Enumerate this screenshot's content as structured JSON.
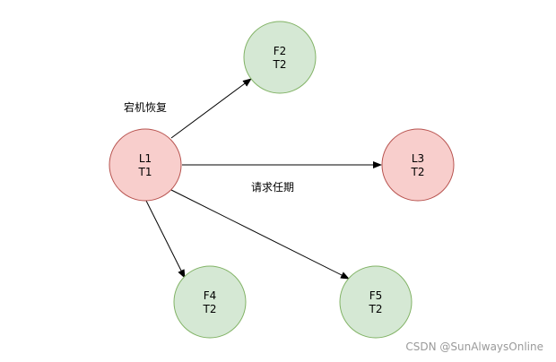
{
  "colors": {
    "leader_fill": "#f8cecc",
    "leader_stroke": "#b85450",
    "follower_fill": "#d5e8d4",
    "follower_stroke": "#82b366",
    "edge": "#000000"
  },
  "nodes": [
    {
      "id": "L1",
      "role": "leader",
      "line1": "L1",
      "line2": "T1"
    },
    {
      "id": "F2",
      "role": "follower",
      "line1": "F2",
      "line2": "T2"
    },
    {
      "id": "L3",
      "role": "leader",
      "line1": "L3",
      "line2": "T2"
    },
    {
      "id": "F4",
      "role": "follower",
      "line1": "F4",
      "line2": "T2"
    },
    {
      "id": "F5",
      "role": "follower",
      "line1": "F5",
      "line2": "T2"
    }
  ],
  "edges": [
    {
      "from": "L1",
      "to": "F2"
    },
    {
      "from": "L1",
      "to": "L3"
    },
    {
      "from": "L1",
      "to": "F4"
    },
    {
      "from": "L1",
      "to": "F5"
    }
  ],
  "labels": {
    "crash_recovery": "宕机恢复",
    "request_term": "请求任期"
  },
  "watermark": "CSDN @SunAlwaysOnline"
}
